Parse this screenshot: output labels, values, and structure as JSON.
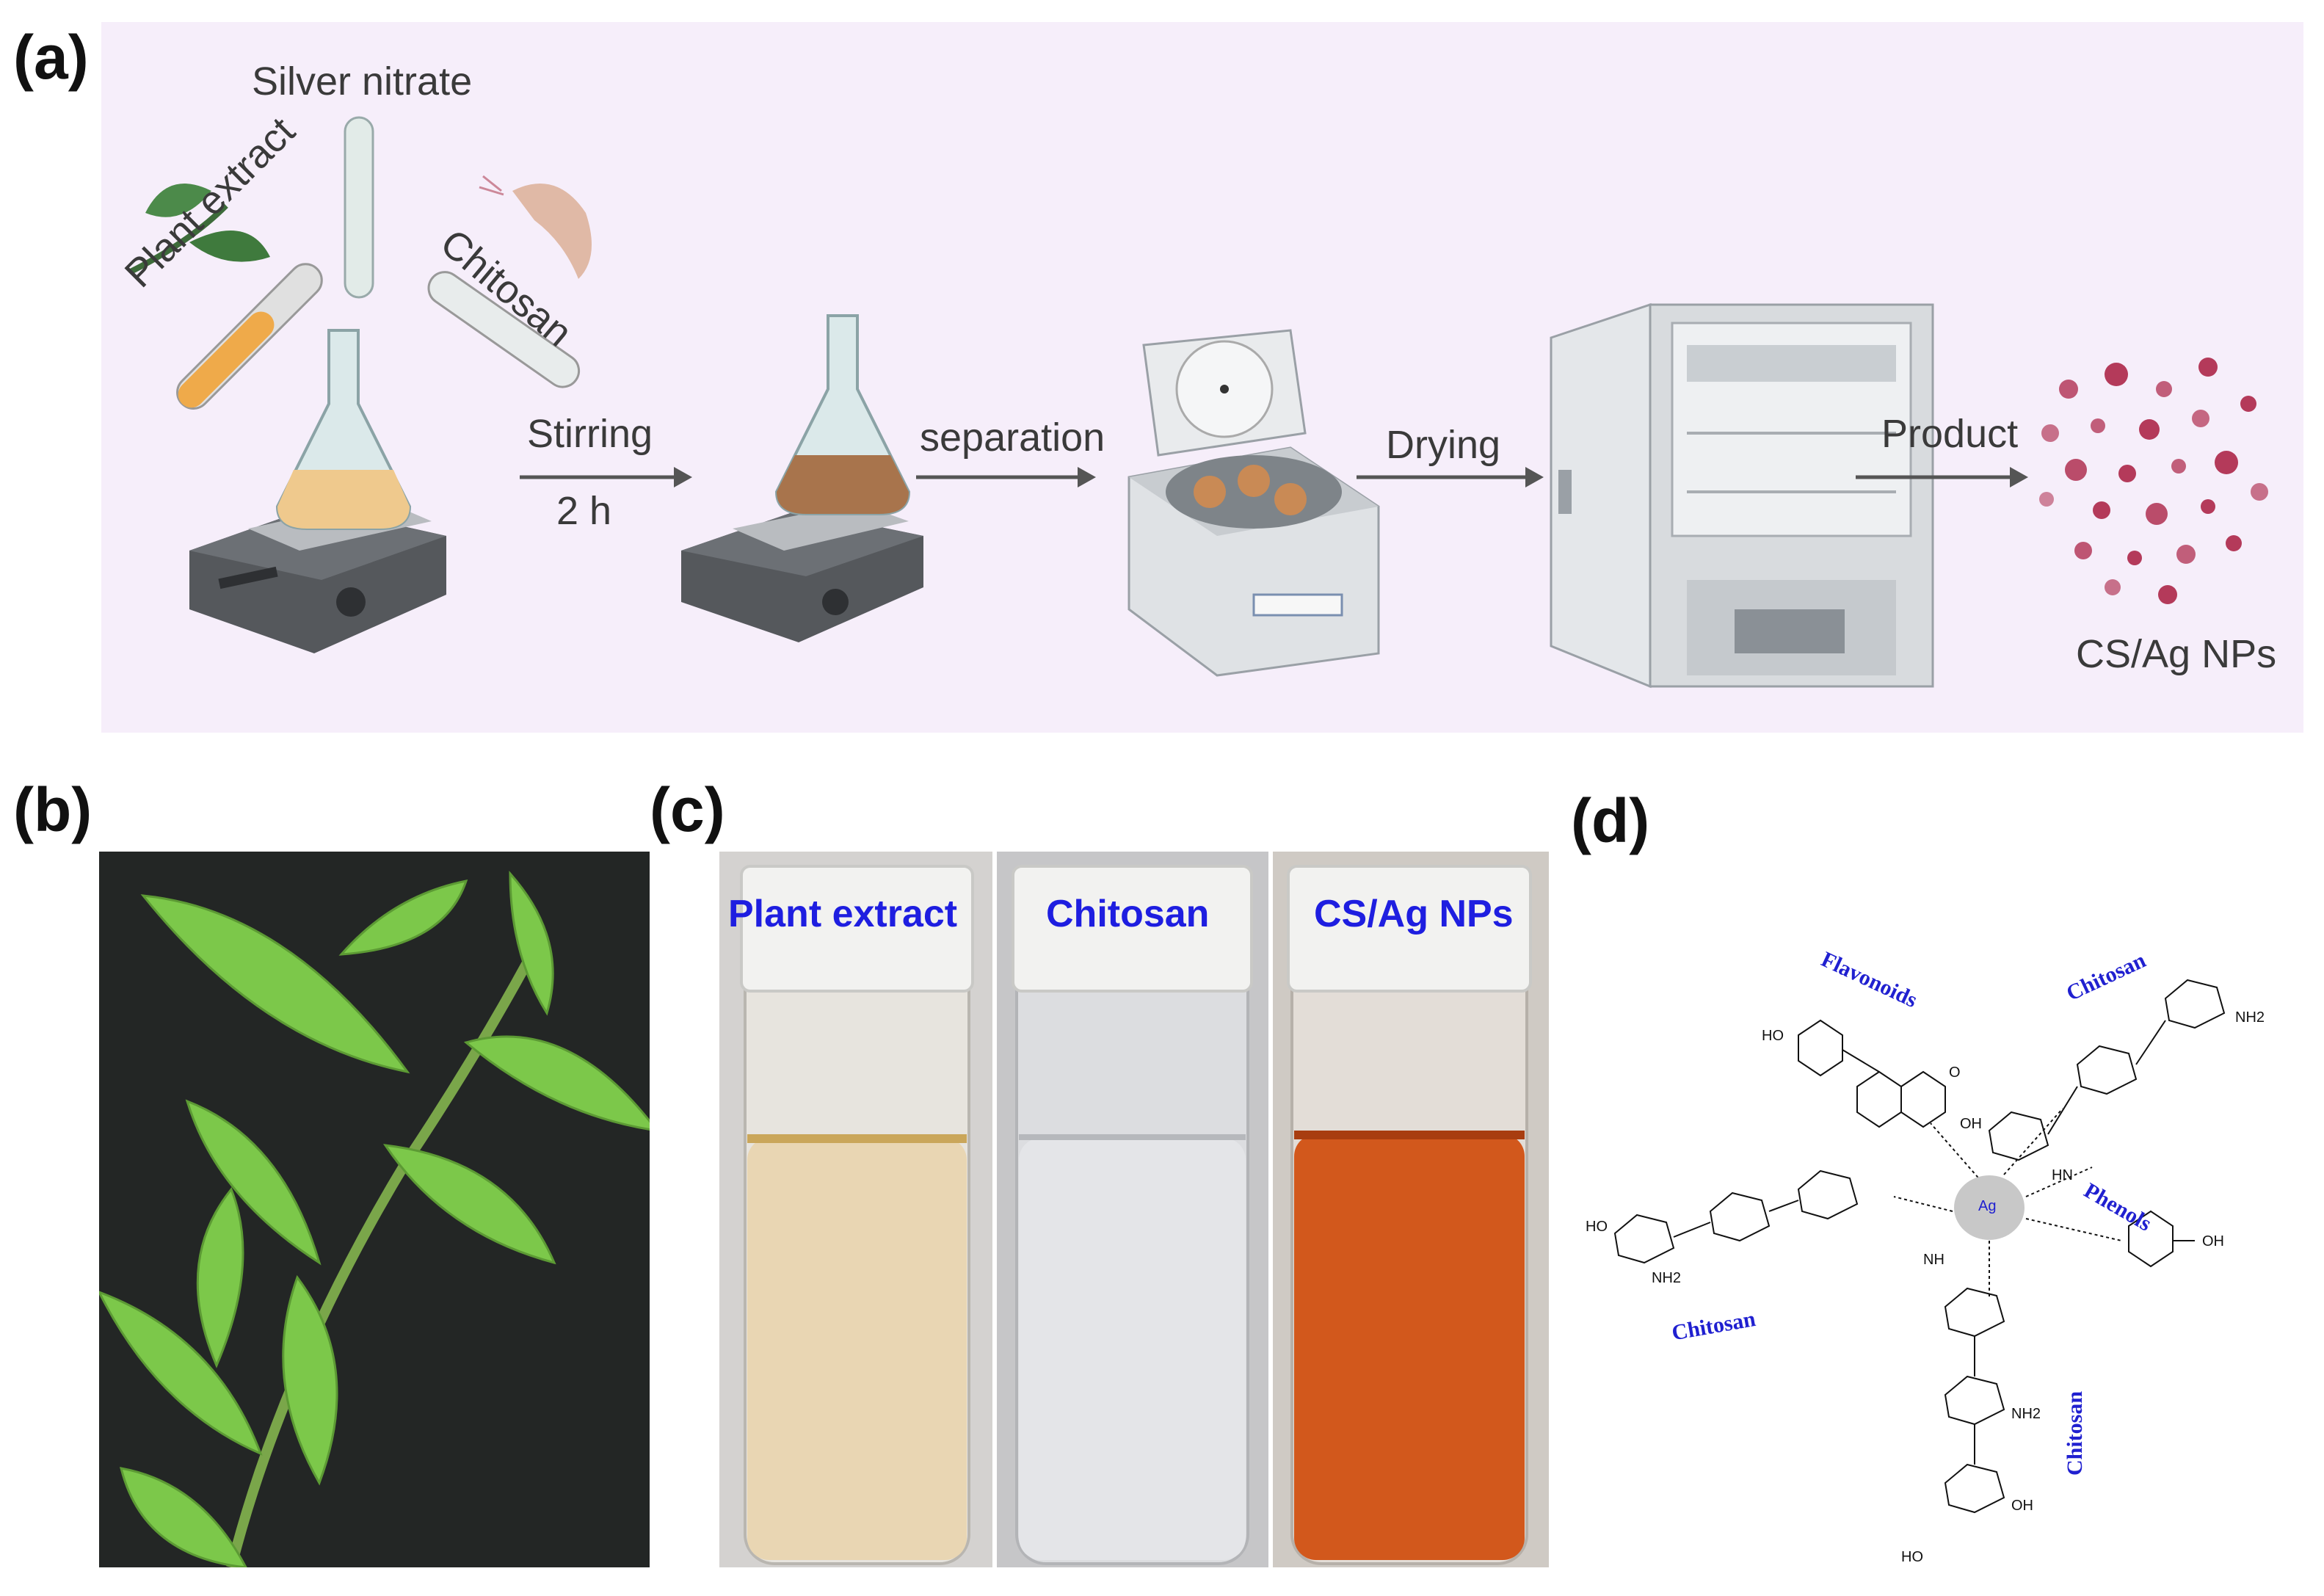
{
  "panels": {
    "a": {
      "letter": "(a)",
      "labels": {
        "silver_nitrate": "Silver nitrate",
        "plant_extract": "Plant extract",
        "chitosan": "Chitosan",
        "stirring": "Stirring",
        "time": "2 h",
        "separation": "separation",
        "drying": "Drying",
        "product": "Product",
        "result": "CS/Ag NPs"
      }
    },
    "b": {
      "letter": "(b)"
    },
    "c": {
      "letter": "(c)",
      "vials": [
        "Plant extract",
        "Chitosan",
        "CS/Ag NPs"
      ]
    },
    "d": {
      "letter": "(d)",
      "center": "Ag",
      "groups": {
        "flavonoids": "Flavonoids",
        "chitosan_top": "Chitosan",
        "phenols": "Phenols",
        "chitosan_left": "Chitosan",
        "chitosan_bottom": "Chitosan"
      },
      "chem_labels": [
        "HO",
        "OH",
        "O",
        "NH2",
        "HN",
        "NH",
        "OH",
        "HO",
        "NH2",
        "NH2",
        "OH",
        "HO"
      ]
    }
  },
  "colors": {
    "panel_a_bg": "#f6eefa",
    "label_blue": "#1e1ee0",
    "nanoparticle": "#b02a4a",
    "plant_extract_liquid": "#e8d6b0",
    "product_liquid": "#d2581c"
  }
}
